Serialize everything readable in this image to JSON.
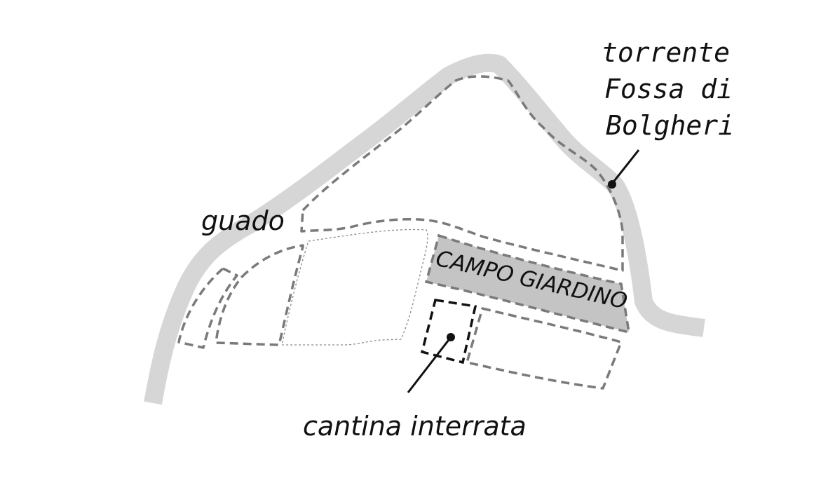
{
  "labels": {
    "torrente_line1": "torrente",
    "torrente_line2": "Fossa di",
    "torrente_line3": "Bolgheri",
    "guado": "guado",
    "campo_giardino": "CAMPO GIARDINO",
    "cantina": "cantina interrata"
  },
  "colors": {
    "river": "#d6d6d6",
    "parcel_outline": "#7a7a7a",
    "campo_fill": "#c4c4c4",
    "cantina_outline": "#111111",
    "text": "#111111"
  }
}
